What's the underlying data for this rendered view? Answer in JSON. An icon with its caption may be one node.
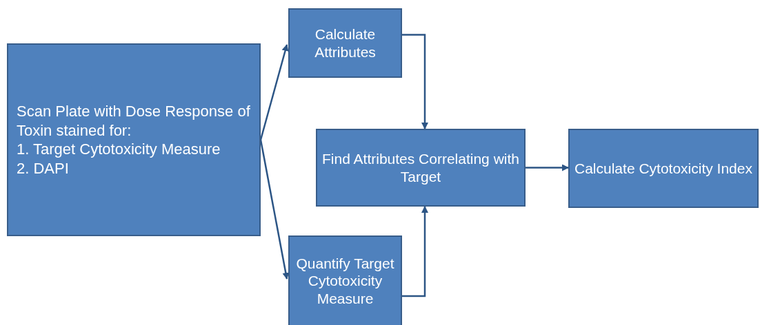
{
  "diagram": {
    "nodes": [
      {
        "text": [
          "Scan Plate with Dose Response of Toxin stained for:",
          "1. Target Cytotoxicity Measure",
          "2. DAPI"
        ]
      },
      {
        "text": [
          "Calculate Attributes"
        ]
      },
      {
        "text": [
          "Find Attributes Correlating with Target"
        ]
      },
      {
        "text": [
          "Calculate Cytotoxicity Index"
        ]
      },
      {
        "text": [
          "Quantify Target Cytotoxicity Measure"
        ]
      }
    ],
    "edges": [
      {
        "from": 0,
        "to": 1,
        "arrow": "to"
      },
      {
        "from": 0,
        "to": 4,
        "arrow": "to"
      },
      {
        "from": 1,
        "to": 2,
        "arrow": "to"
      },
      {
        "from": 4,
        "to": 2,
        "arrow": "to"
      },
      {
        "from": 2,
        "to": 3,
        "arrow": "to"
      }
    ]
  }
}
